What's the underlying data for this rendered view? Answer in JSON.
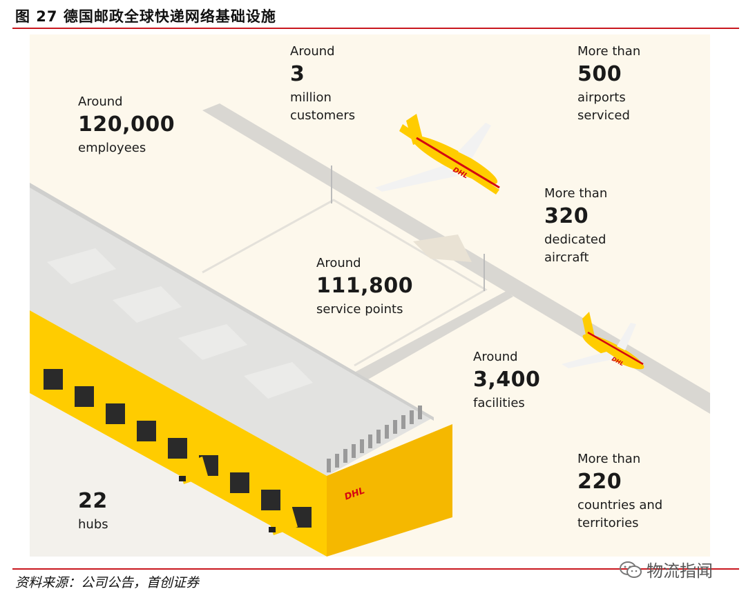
{
  "figure": {
    "title": "图 27 德国邮政全球快递网络基础设施"
  },
  "stats": {
    "employees": {
      "pre": "Around",
      "num": "120,000",
      "post": "employees"
    },
    "customers": {
      "pre": "Around",
      "num": "3",
      "post1": "million",
      "post2": "customers"
    },
    "airports": {
      "pre": "More than",
      "num": "500",
      "post1": "airports",
      "post2": "serviced"
    },
    "aircraft": {
      "pre": "More than",
      "num": "320",
      "post1": "dedicated",
      "post2": "aircraft"
    },
    "service_points": {
      "pre": "Around",
      "num": "111,800",
      "post": "service points"
    },
    "facilities": {
      "pre": "Around",
      "num": "3,400",
      "post": "facilities"
    },
    "countries": {
      "pre": "More than",
      "num": "220",
      "post1": "countries and",
      "post2": "territories"
    },
    "hubs": {
      "num": "22",
      "post": "hubs"
    }
  },
  "logos": {
    "warehouse": "DHL",
    "plane": "DHL"
  },
  "footer": {
    "source": "资料来源：公司公告，首创证券",
    "watermark": "物流指闻"
  },
  "colors": {
    "accent_red": "#c8161d",
    "dhl_yellow": "#ffcc00",
    "dhl_red": "#d40511"
  }
}
